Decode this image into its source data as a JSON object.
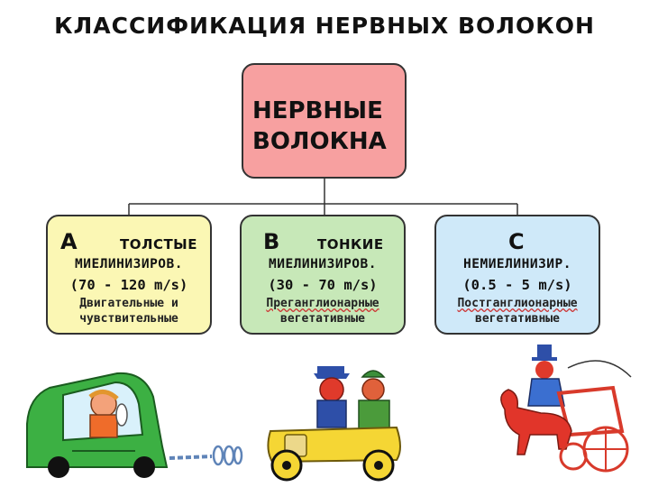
{
  "title": "КЛАССИФИКАЦИЯ НЕРВНЫХ  ВОЛОКОН",
  "root": {
    "line1": "НЕРВНЫЕ",
    "line2": "ВОЛОКНА"
  },
  "types": [
    {
      "letter": "A",
      "word": "ТОЛСТЫЕ",
      "myelin": "МИЕЛИНИЗИРОВ.",
      "speed": "(70 - 120 m/s)",
      "desc1": "Двигательные и",
      "desc2": "чувствительные"
    },
    {
      "letter": "B",
      "word": "ТОНКИЕ",
      "myelin": "МИЕЛИНИЗИРОВ.",
      "speed": "(30 - 70 m/s)",
      "desc1": "Преганглионарные",
      "desc2": "вегетативные"
    },
    {
      "letter": "C",
      "word": "",
      "myelin": "НЕМИЕЛИНИЗИР.",
      "speed": "(0.5 - 5 m/s)",
      "desc1": "Постганглионарные",
      "desc2": "вегетативные"
    }
  ],
  "colors": {
    "root_fill": "#f7a0a0",
    "card_a_fill": "#fbf7b4",
    "card_b_fill": "#c7e8b8",
    "card_c_fill": "#cfe9f9"
  },
  "illustrations": [
    "green-car-driver-icon",
    "vintage-yellow-car-passengers-icon",
    "horse-carriage-icon"
  ]
}
